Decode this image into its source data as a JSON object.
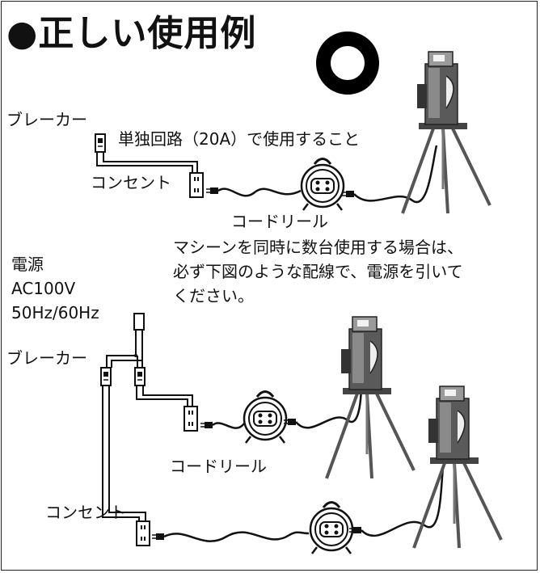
{
  "title": "●正しい使用例",
  "top_diagram": {
    "breaker_label": "ブレーカー",
    "circuit_note": "単独回路（20A）で使用すること",
    "outlet_label": "コンセント",
    "reel_label": "コードリール"
  },
  "multi_note": {
    "line1": "マシーンを同時に数台使用する場合は、",
    "line2": "必ず下図のような配線で、電源を引いて",
    "line3": "ください。"
  },
  "power": {
    "line1": "電源",
    "line2": "AC100V",
    "line3": "50Hz/60Hz"
  },
  "bottom_diagram": {
    "breaker_label": "ブレーカー",
    "reel_label": "コードリール",
    "outlet_label": "コンセント"
  },
  "icons": {
    "correct_mark": "o-mark-icon",
    "machine": "pitching-machine-on-tripod",
    "reel": "cord-reel-icon",
    "breaker": "breaker-icon",
    "outlet": "outlet-icon"
  }
}
